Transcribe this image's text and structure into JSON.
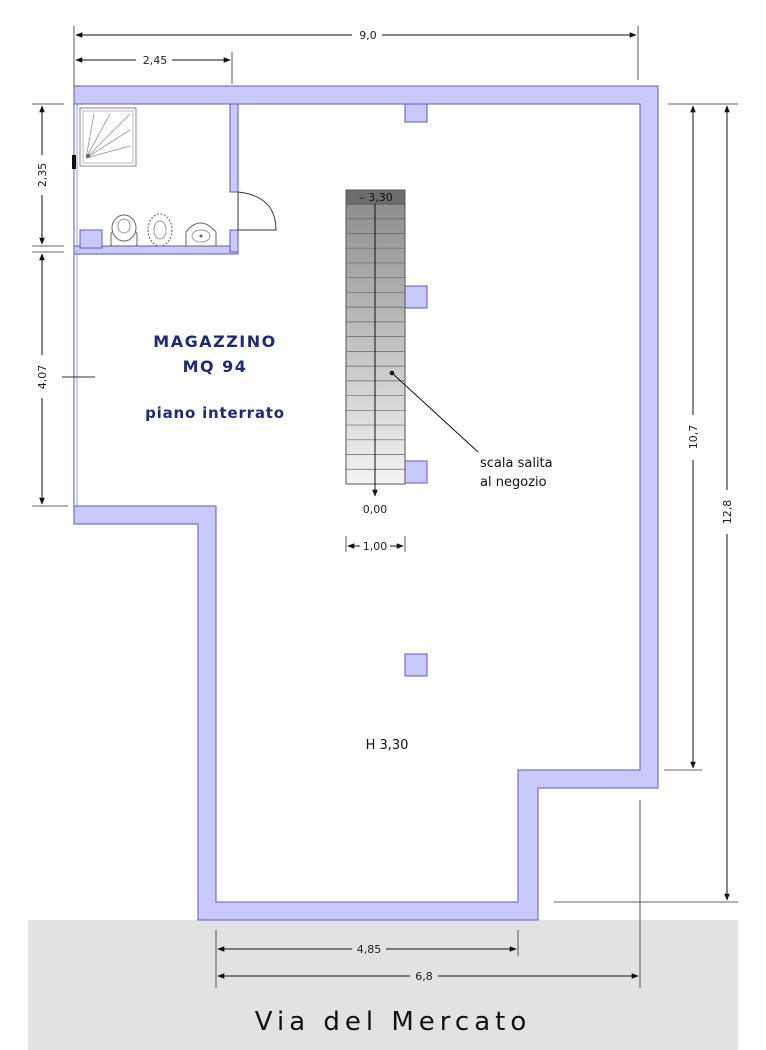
{
  "room": {
    "title": "MAGAZZINO",
    "area": "MQ 94",
    "level": "piano interrato"
  },
  "stair": {
    "top_level": "– 3,30",
    "bottom_level": "0,00",
    "width_dim": "1,00",
    "note_line1": "scala salita",
    "note_line2": "al negozio"
  },
  "height_label": "H 3,30",
  "dimensions": {
    "total_width": "9,0",
    "bath_width": "2,45",
    "bath_depth": "2,35",
    "left_segment": "4,07",
    "inner_depth": "10,7",
    "total_depth": "12,8",
    "front_inner": "4,85",
    "front_outer": "6,8"
  },
  "street": "Via del Mercato",
  "colors": {
    "wall_fill": "#c9c9fb",
    "wall_stroke": "#5c5cba",
    "pillar_fill": "#c9c9fb",
    "street_band": "#e2e2e2",
    "title_color": "#1e2a78"
  }
}
